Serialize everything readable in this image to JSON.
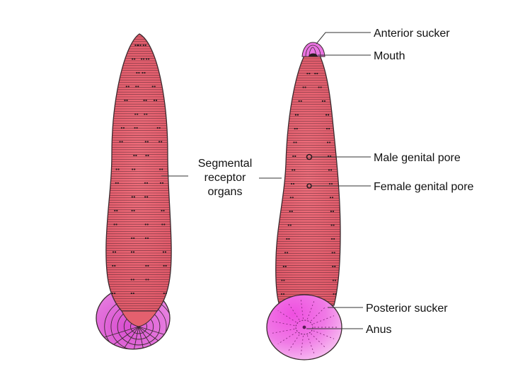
{
  "colors": {
    "body_fill": "#e8606e",
    "body_stroke": "#3a2a2e",
    "segment_line": "#5a2a34",
    "sucker_fill": "#e25fd6",
    "sucker_light": "#f3a6ea",
    "pore_dot": "#2b1c20",
    "leader_line": "#333333"
  },
  "labels": {
    "segmental_receptor_organs": [
      "Segmental",
      "receptor",
      "organs"
    ],
    "anterior_sucker": "Anterior sucker",
    "mouth": "Mouth",
    "male_genital_pore": "Male genital pore",
    "female_genital_pore": "Female genital pore",
    "posterior_sucker": "Posterior sucker",
    "anus": "Anus"
  }
}
